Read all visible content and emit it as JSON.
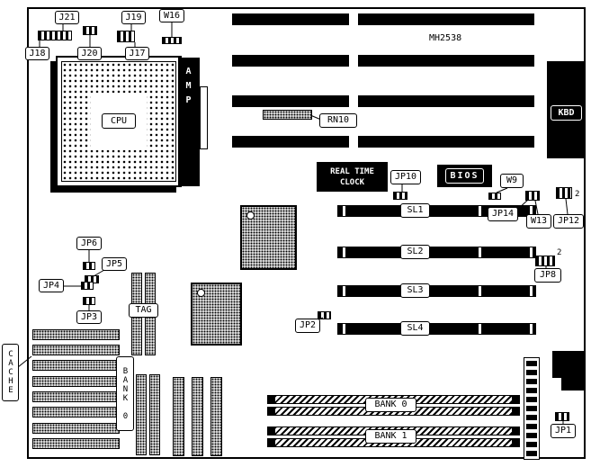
{
  "board": {
    "part_number": "MH2538"
  },
  "chips": {
    "cpu": "CPU",
    "amp": "AMP",
    "kbd": "KBD",
    "bios": "BIOS",
    "rtc_line1": "REAL TIME",
    "rtc_line2": "CLOCK",
    "tag": "TAG",
    "rn10": "RN10"
  },
  "slots": {
    "sl1": "SL1",
    "sl2": "SL2",
    "sl3": "SL3",
    "sl4": "SL4",
    "bank0": "BANK 0",
    "bank1": "BANK 1"
  },
  "cache": {
    "label": "CACHE",
    "bank0_vertical": "BANK 0"
  },
  "jumpers": {
    "j21": "J21",
    "j19": "J19",
    "w16": "W16",
    "j18": "J18",
    "j20": "J20",
    "j17": "J17",
    "jp10": "JP10",
    "w9": "W9",
    "jp14": "JP14",
    "w13": "W13",
    "jp12": "JP12",
    "jp8": "JP8",
    "jp6": "JP6",
    "jp5": "JP5",
    "jp4": "JP4",
    "jp3": "JP3",
    "jp2": "JP2",
    "jp1": "JP1"
  },
  "annotations": {
    "jp12_pin2": "2",
    "jp8_pin2": "2"
  }
}
